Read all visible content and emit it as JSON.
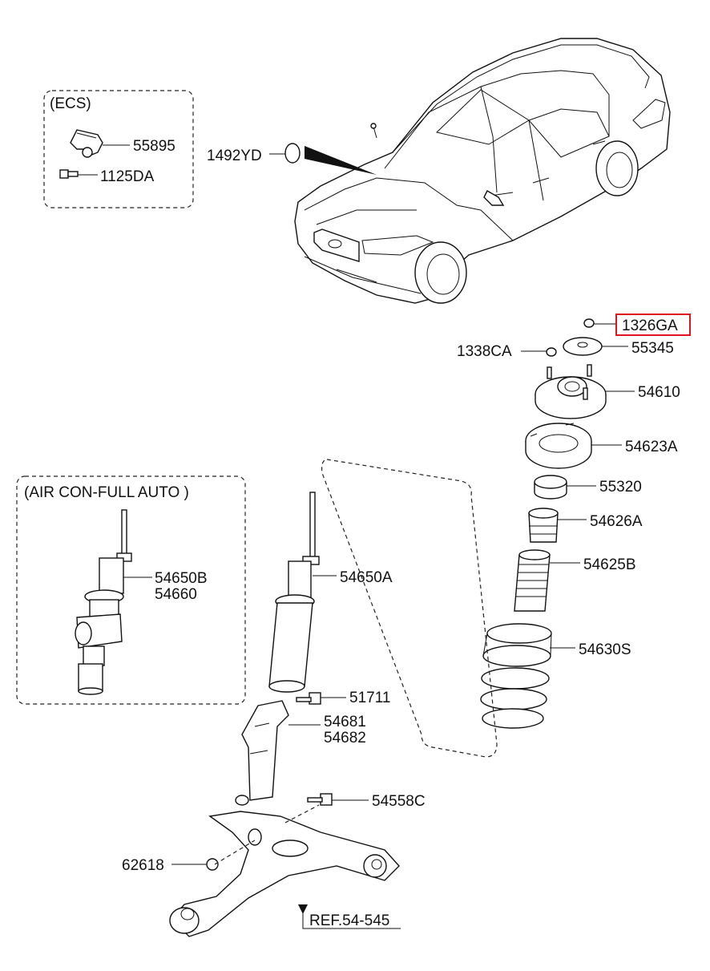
{
  "boxes": {
    "ecs_title": "(ECS)",
    "aircon_title": "(AIR CON-FULL AUTO )"
  },
  "labels": {
    "p55895": "55895",
    "p1125DA": "1125DA",
    "p1492YD": "1492YD",
    "p1326GA": "1326GA",
    "p1338CA": "1338CA",
    "p55345": "55345",
    "p54610": "54610",
    "p54623A": "54623A",
    "p55320": "55320",
    "p54626A": "54626A",
    "p54625B": "54625B",
    "p54630S": "54630S",
    "p54650B": "54650B",
    "p54660": "54660",
    "p54650A": "54650A",
    "p51711": "51711",
    "p54681": "54681",
    "p54682": "54682",
    "p54558C": "54558C",
    "p62618": "62618",
    "ref": "REF.54-545"
  },
  "highlight_color": "#e0141e"
}
